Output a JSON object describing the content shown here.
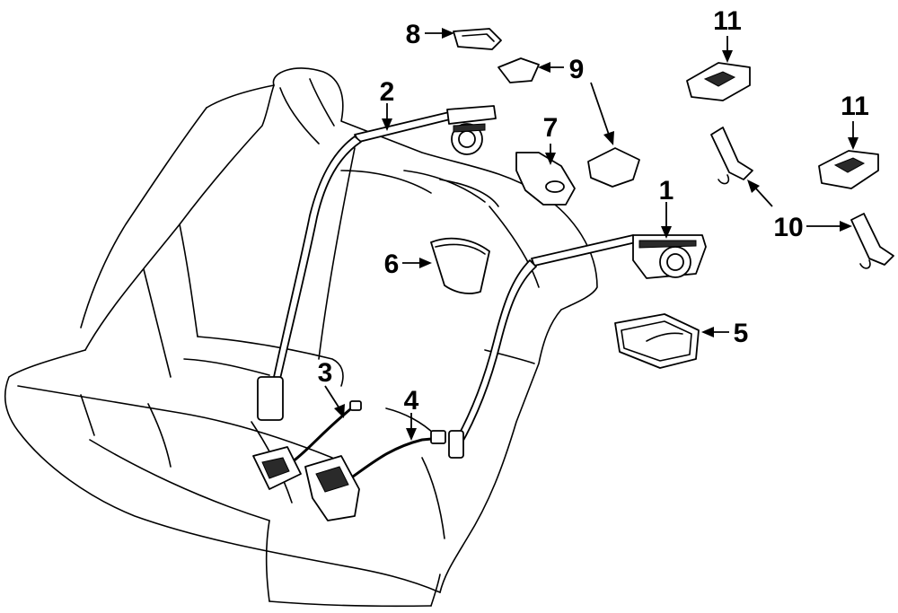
{
  "callouts": {
    "c1": "1",
    "c2": "2",
    "c3": "3",
    "c4": "4",
    "c5": "5",
    "c6": "6",
    "c7": "7",
    "c8": "8",
    "c9": "9",
    "c10": "10",
    "c11a": "11",
    "c11b": "11"
  }
}
